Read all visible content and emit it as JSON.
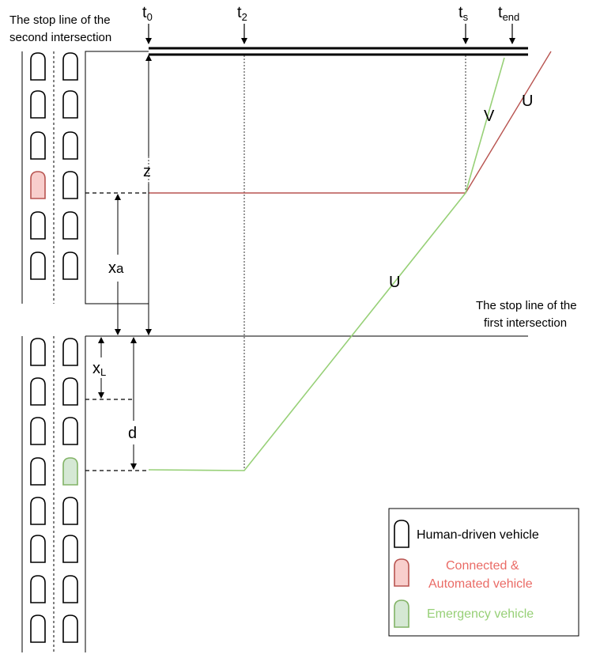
{
  "labels": {
    "second_stop_line_1": "The stop line of the",
    "second_stop_line_2": "second intersection",
    "first_stop_line_1": "The stop line of the",
    "first_stop_line_2": "first intersection"
  },
  "time_markers": [
    {
      "main": "t",
      "sub": "0"
    },
    {
      "main": "t",
      "sub": "2"
    },
    {
      "main": "t",
      "sub": "s"
    },
    {
      "main": "t",
      "sub": "end"
    }
  ],
  "distances": {
    "z": "z",
    "xa_main": "x",
    "xa_sub": "a",
    "xl_main": "x",
    "xl_sub": "L",
    "d": "d"
  },
  "speed_labels": {
    "v": "V",
    "u_red": "U",
    "u_green": "U"
  },
  "legend": {
    "human": "Human-driven vehicle",
    "cav_1": "Connected &",
    "cav_2": "Automated vehicle",
    "emergency": "Emergency vehicle"
  },
  "colors": {
    "human_fill": "#ffffff",
    "cav_fill": "#f8cecc",
    "cav_stroke": "#b85450",
    "cav_text": "#ea6b66",
    "ev_fill": "#d5e8d4",
    "ev_stroke": "#82b366",
    "ev_text": "#97d077",
    "red_line": "#b85450",
    "green_line": "#97d077"
  }
}
